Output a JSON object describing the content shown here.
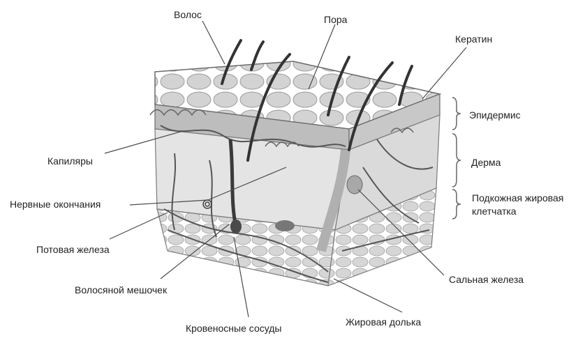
{
  "labels": {
    "hair": "Волос",
    "pore": "Пора",
    "keratin": "Кератин",
    "epidermis": "Эпидермис",
    "dermis": "Дерма",
    "hypodermis_line1": "Подкожная жировая",
    "hypodermis_line2": "клетчатка",
    "capillaries": "Капиляры",
    "nerve_endings": "Нервные окончания",
    "sweat_gland": "Потовая железа",
    "hair_follicle": "Волосяной мешочек",
    "blood_vessels": "Кровеносные сосуды",
    "fat_lobule": "Жировая долька",
    "sebaceous_gland": "Сальная железа"
  },
  "colors": {
    "line": "#4a4a4a",
    "skin_top": "#cfcfcf",
    "skin_side": "#d9d9d9",
    "dermis": "#e2e2e2",
    "fat": "#cdcdcd",
    "hair": "#3a3a3a"
  }
}
